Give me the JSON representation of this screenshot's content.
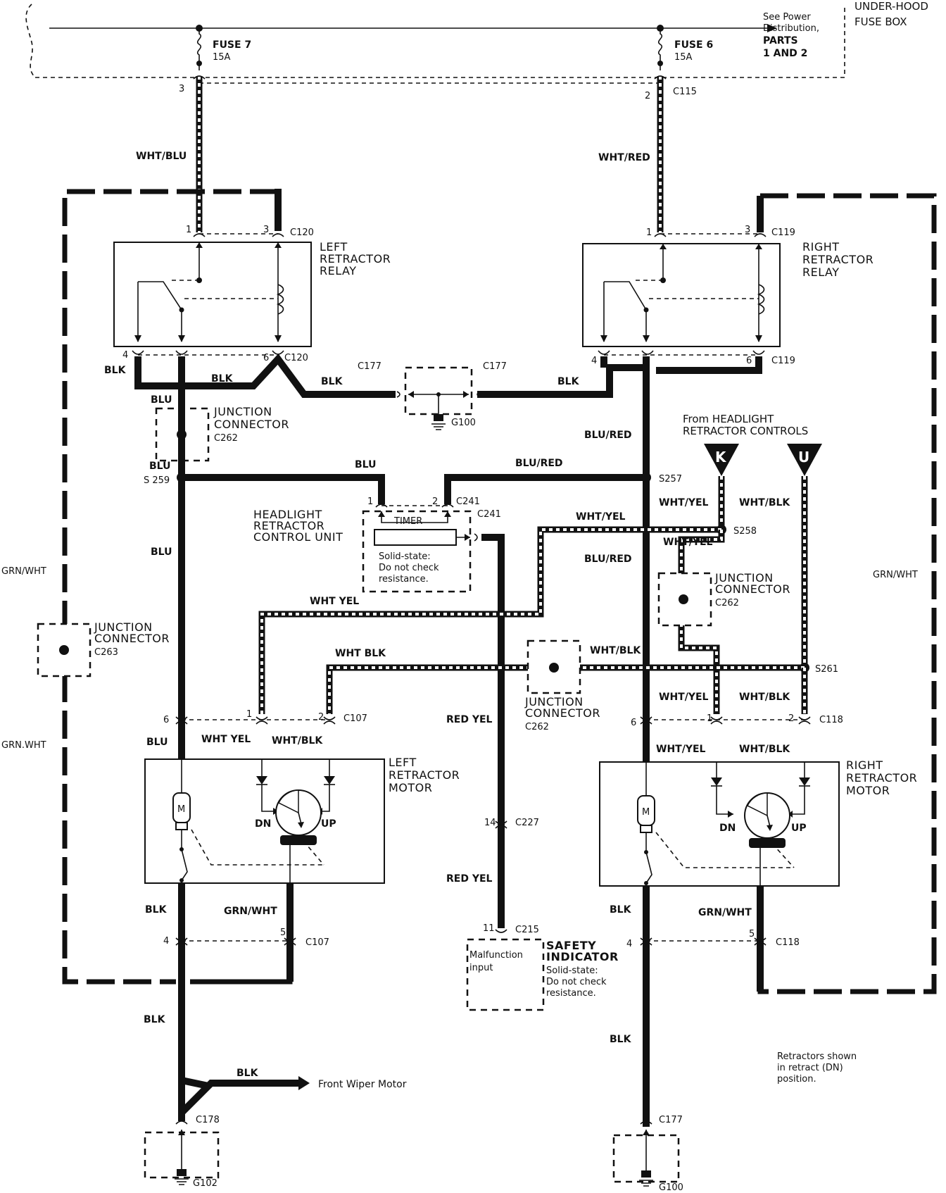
{
  "fuse_box": {
    "title": "UNDER-HOOD FUSE BOX",
    "see_note": [
      "See Power",
      "Distribution,",
      "PARTS",
      "1 AND 2"
    ],
    "fuse7": {
      "name": "FUSE 7",
      "rating": "15A",
      "pin": "3"
    },
    "fuse6": {
      "name": "FUSE 6",
      "rating": "15A",
      "pin": "2",
      "connector": "C115"
    }
  },
  "wires": {
    "wht_blu": "WHT/BLU",
    "wht_red": "WHT/RED",
    "blk": "BLK",
    "blu": "BLU",
    "blu_red": "BLU/RED",
    "wht_yel": "WHT/YEL",
    "wht_yel_alt": "WHT YEL",
    "wht_blk": "WHT/BLK",
    "wht_blk_alt": "WHT BLK",
    "grn_wht": "GRN/WHT",
    "grn_wht_alt": "GRN.WHT",
    "red_yel": "RED YEL",
    "wht_yel_s258": "WHT/YEL"
  },
  "left_relay": {
    "title": [
      "LEFT",
      "RETRACTOR",
      "RELAY"
    ],
    "connector": "C120",
    "pins": {
      "top_left": "1",
      "top_right": "3",
      "bottom_left": "4",
      "bottom_right": "6"
    }
  },
  "right_relay": {
    "title": [
      "RIGHT",
      "RETRACTOR",
      "RELAY"
    ],
    "connector": "C119",
    "pins": {
      "top_left": "1",
      "top_right": "3",
      "bottom_left": "4",
      "bottom_right": "6"
    }
  },
  "ground_junction": {
    "left_conn": "C177",
    "right_conn": "C177",
    "ground": "G100"
  },
  "junctions": {
    "jc_left_top": {
      "title": [
        "JUNCTION",
        "CONNECTOR"
      ],
      "id": "C262"
    },
    "jc_left_mid": {
      "title": [
        "JUNCTION",
        "CONNECTOR"
      ],
      "id": "C263"
    },
    "jc_center": {
      "title": [
        "JUNCTION",
        "CONNECTOR"
      ],
      "id": "C262"
    },
    "jc_right": {
      "title": [
        "JUNCTION",
        "CONNECTOR"
      ],
      "id": "C262"
    }
  },
  "splices": {
    "s259": "S 259",
    "s257": "S257",
    "s258": "S258",
    "s261": "S261"
  },
  "headlight_controls": {
    "note": [
      "From HEADLIGHT",
      "RETRACTOR CONTROLS"
    ],
    "k": "K",
    "u": "U"
  },
  "control_unit": {
    "title": [
      "HEADLIGHT",
      "RETRACTOR",
      "CONTROL UNIT"
    ],
    "connector": "C241",
    "connector2": "C241",
    "pin1": "1",
    "pin2": "2",
    "timer": "TIMER",
    "note": [
      "Solid-state:",
      "Do not check",
      "resistance."
    ]
  },
  "left_motor": {
    "title": [
      "LEFT",
      "RETRACTOR",
      "MOTOR"
    ],
    "top_conn": "C107",
    "bottom_conn": "C107",
    "pins_top": [
      "6",
      "1",
      "2"
    ],
    "pins_bottom": [
      "4",
      "5"
    ],
    "m": "M",
    "dn": "DN",
    "up": "UP"
  },
  "right_motor": {
    "title": [
      "RIGHT",
      "RETRACTOR",
      "MOTOR"
    ],
    "top_conn": "C118",
    "bottom_conn": "C118",
    "pins_top": [
      "6",
      "1",
      "2"
    ],
    "pins_bottom": [
      "4",
      "5"
    ],
    "m": "M",
    "dn": "DN",
    "up": "UP"
  },
  "c227": {
    "pin": "14",
    "id": "C227"
  },
  "safety_indicator": {
    "pin": "11",
    "connector": "C215",
    "title": [
      "SAFETY",
      "INDICATOR"
    ],
    "input": [
      "Malfunction",
      "input"
    ],
    "note": [
      "Solid-state:",
      "Do not check",
      "resistance."
    ]
  },
  "bottom_left": {
    "conn": "C178",
    "ground": "G102",
    "wiper": "Front Wiper Motor"
  },
  "bottom_right": {
    "conn": "C177",
    "ground": "G100"
  },
  "footnote": [
    "Retractors shown",
    "in retract (DN)",
    "position."
  ]
}
